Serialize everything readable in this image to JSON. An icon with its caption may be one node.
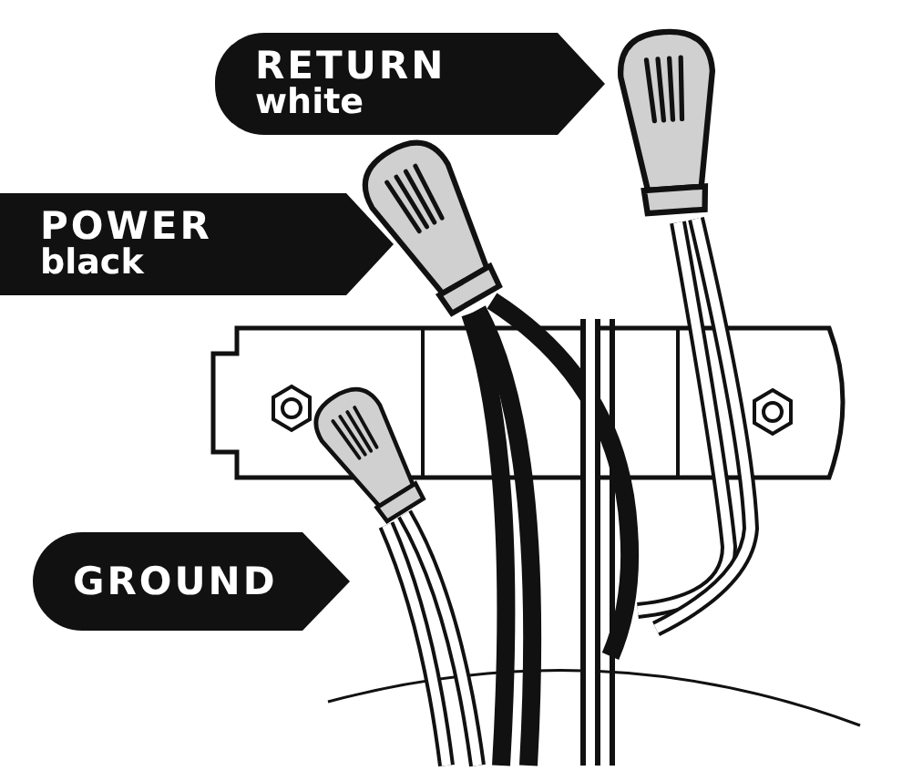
{
  "diagram": {
    "nodes": [
      {
        "text": [
          "RETURN",
          "white"
        ]
      },
      {
        "text": [
          "POWER",
          "black"
        ]
      },
      {
        "text": [
          "GROUND"
        ]
      }
    ]
  }
}
